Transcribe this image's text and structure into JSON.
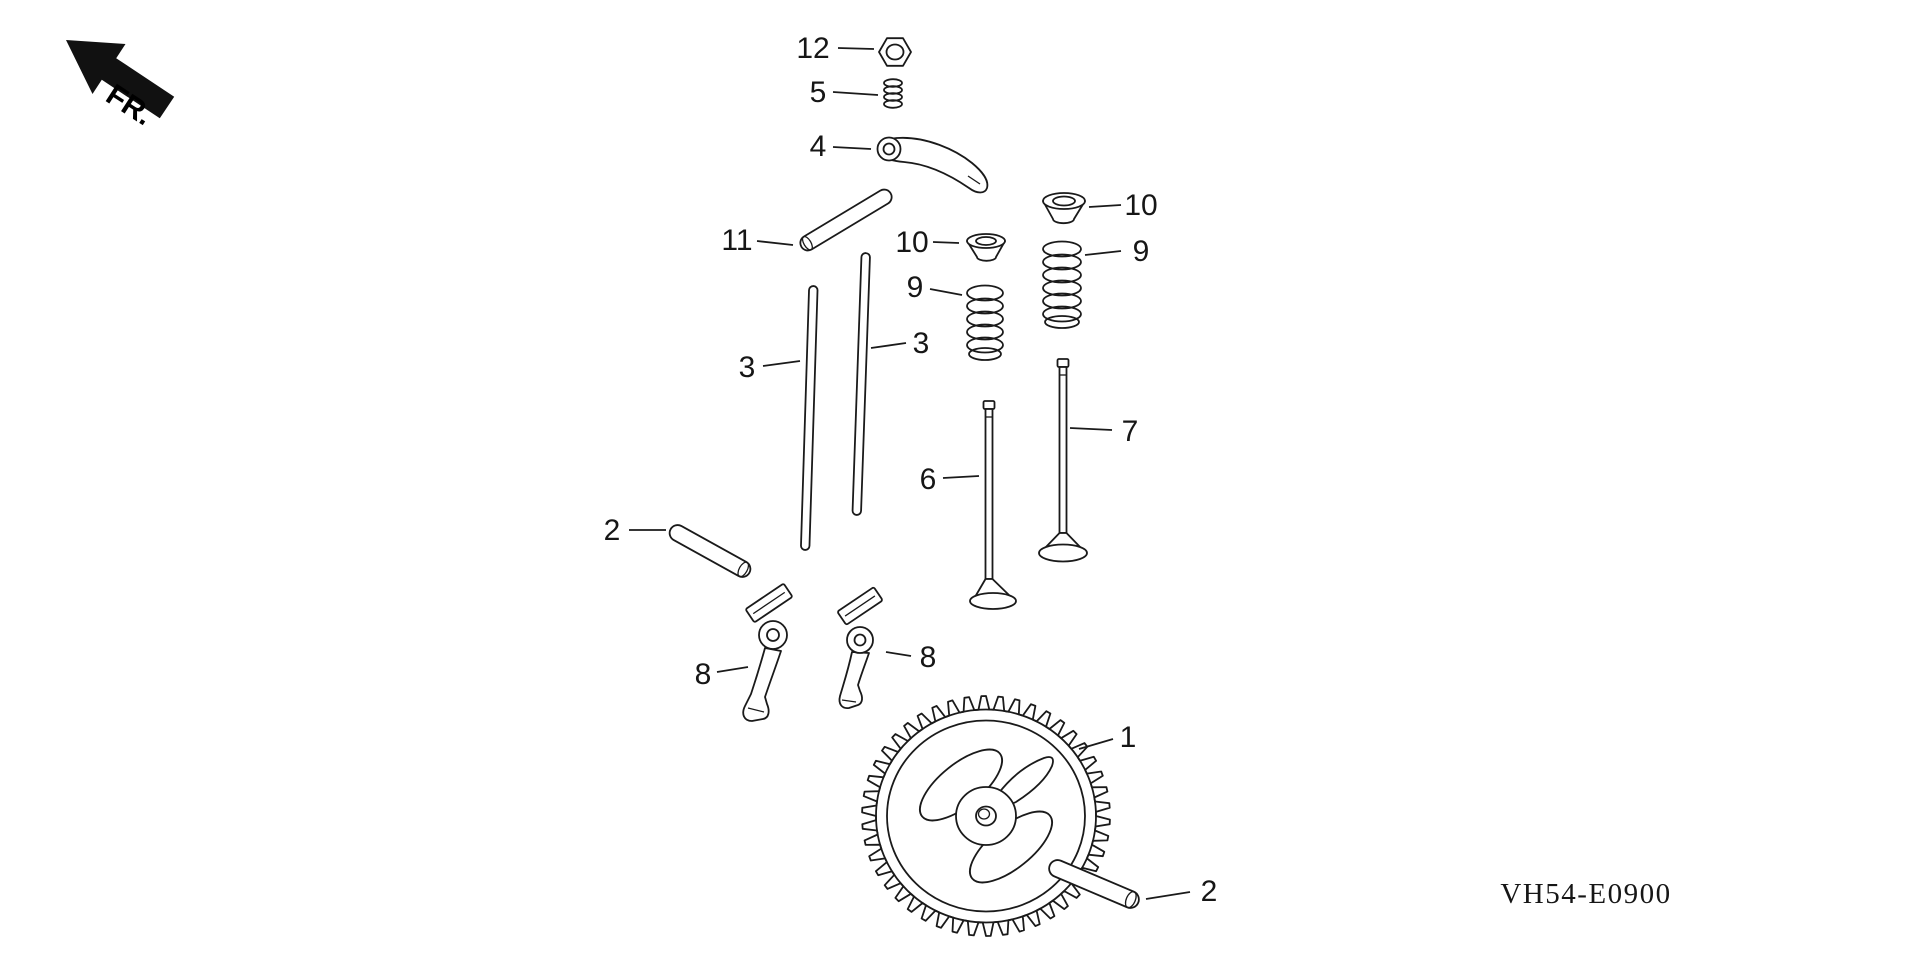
{
  "diagram": {
    "front_marker": "FR.",
    "code": "VH54-E0900",
    "colors": {
      "ink": "#1a1a1a",
      "background": "#ffffff"
    },
    "callouts": {
      "c1": "1",
      "c2a": "2",
      "c2b": "2",
      "c3a": "3",
      "c3b": "3",
      "c4": "4",
      "c5": "5",
      "c6": "6",
      "c7": "7",
      "c8a": "8",
      "c8b": "8",
      "c9a": "9",
      "c9b": "9",
      "c10a": "10",
      "c10b": "10",
      "c11": "11",
      "c12": "12"
    }
  }
}
